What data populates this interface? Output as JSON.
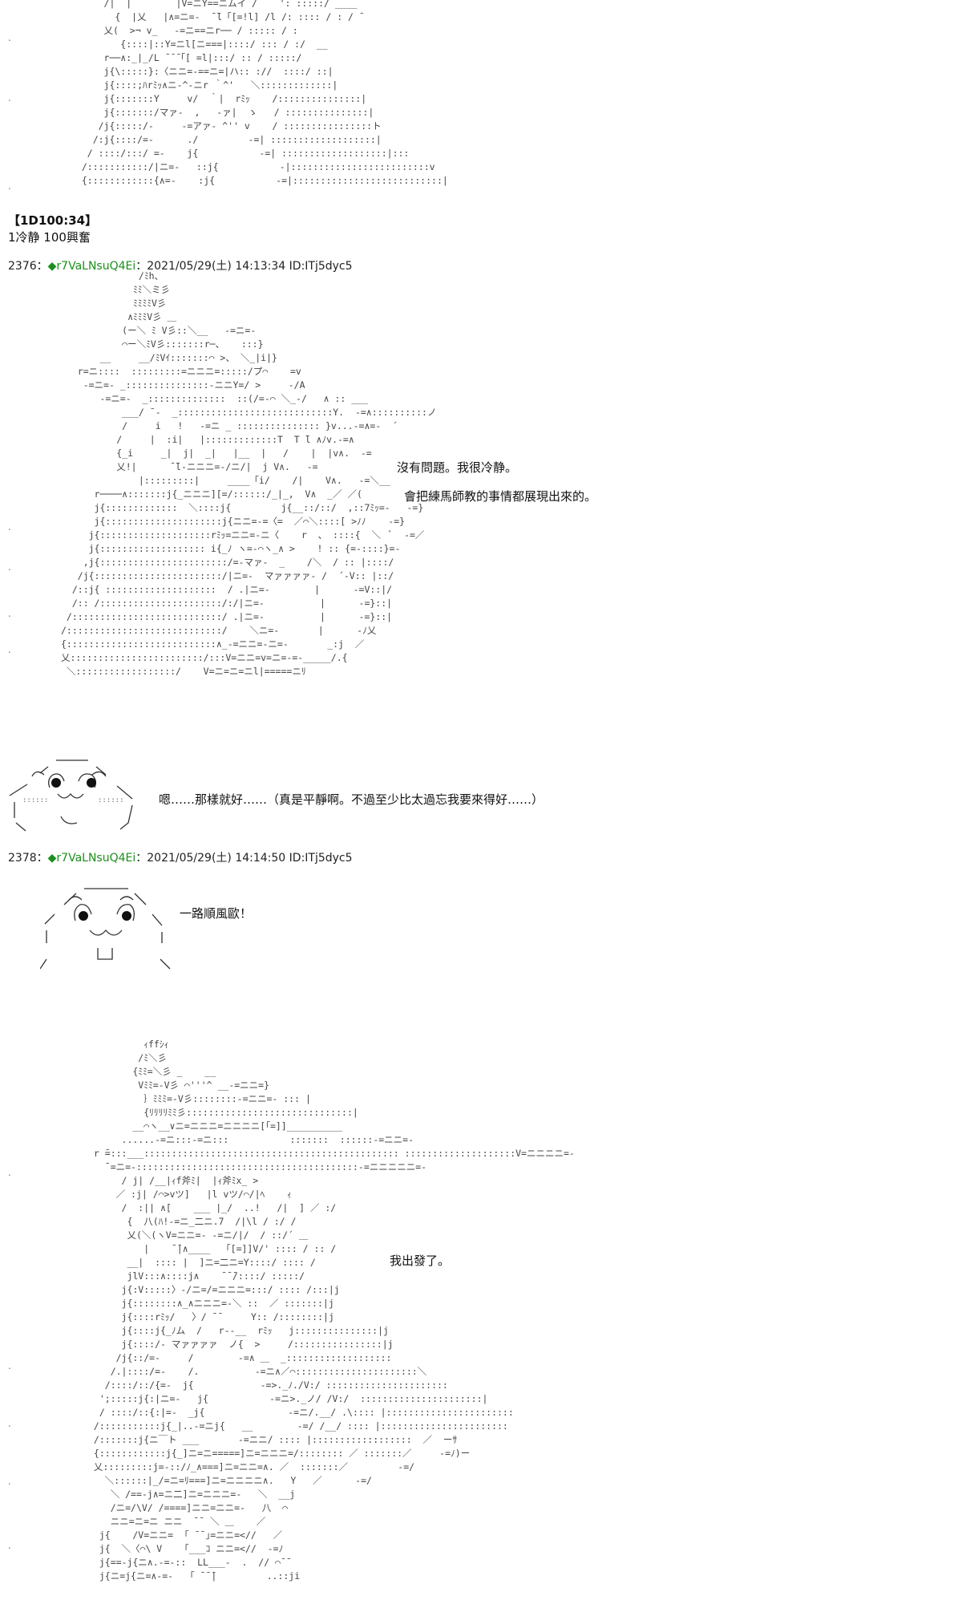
{
  "vote": {
    "title": "【1D100:34】",
    "line": "1冷静  100興奮"
  },
  "posts": [
    {
      "num": "2376",
      "sep": "：",
      "diamond": "◆",
      "trip": "r7VaLNsuQ4Ei",
      "meta": "：2021/05/29(土) 14:13:34 ID:ITj5dyc5"
    },
    {
      "num": "2378",
      "sep": "：",
      "diamond": "◆",
      "trip": "r7VaLNsuQ4Ei",
      "meta": "：2021/05/29(土) 14:14:50 ID:ITj5dyc5"
    }
  ],
  "dialogue": {
    "line1": "沒有問題。我很冷静。",
    "line2": "會把練馬師教的事情都展現出來的。",
    "line3": "嗯……那樣就好……（真是平靜啊。不過至少比太過忘我要來得好……）",
    "line4": "一路順風歐！",
    "line5": "我出發了。"
  },
  "art": {
    "top": "      /|  |        |V=ニY==ニムイ /    ': :::::/ ____\n        {  |乂   |∧=ニ=-  ̄ ̄l「[=!l] /l /: :::: / : / ̄\n      乂(  >¬ v_   -=ニ==ニr── / ::::: / :\n         {::::|::Y=ニl[ニ===|::::/ ::: / :/  __\n      r──∧:_|_/L ̄ ̄ ̄「[ =l|:::/ :: / :::::/\n      j{\\:::::}:〈ニニ=-==ニ=|ハ:: ://  ::::/ ::|\n      j{::::;ﾊrﾐｯ∧ニ-^-ニr ｀^'   ＼:::::::::::::|\n      j{:::::::Y     v/  ｀|  rﾐｯ    /:::::::::::::::|\n      j{:::::::/マァ-  ,   -ァ|  ゝ   / :::::::::::::::|\n     /j{:::::/-     -=アァ- ^'' v    / ::::::::::::::::ト\n    /:j{::::/=-      ./         -=| :::::::::::::::::::|\n   / ::::/:::/ =-    j{           -=| :::::::::::::::::::|:::\n  /:::::::::::/|ニ=-   ::j{           -|:::::::::::::::::::::::::v\n  {::::::::::::{∧=-    :j{           -=|:::::::::::::::::::::::::::|",
    "middle": "              /ﾐh、\n             ﾐﾐ＼ミ彡\n             ﾐﾐﾐﾐV彡\n            ∧ﾐﾐﾐV彡 ＿\n           (ー＼ ﾐ V彡::＼__   -=ニ=-\n           ⌒ー＼ﾐV彡:::::::r─、   :::}\n       __     __/ﾐVｲ:::::::⌒ >、 ＼_|i|}\n   r=ニ::::  :::::::::=ニニニ=:::::/プ⌒    =v\n    -=ニ=- _:::::::::::::::-ニニY=/ >     -/A\n       -=ニ=-  _::::::::::::::  ::(/=-⌒ ＼_-/   ∧ :: ___\n           ___/ ̄ -  _::::::::::::::::::::::::::::Y.  -=∧::::::::::ノ\n           /     i   !   -=ニ _ ::::::::::::::: }v...-=∧=-  ´\n          /     |  :i|   |:::::::::::::T  T ̄l ∧ﾉv.-=∧\n          {_i     _|  j|  _|   |__  |   /    |  |v∧.  -=\n          乂!|      ̄ ̄l-ニニニ=-/ニ/|  j V∧.   -=\n              |:::::::::|     ____「i/    /|    V∧.   -=＼__\n      r────∧:::::::j{_ニニニ][=/::::::/_|_,  V∧  _／ ／(\n      j{:::::::::::::  ＼::::j{         j{__::/::/  ,::7ﾐｯ=-   -=}\n      j{:::::::::::::::::::::j{ニニ=-=〈=  ／⌒＼::::[ >ﾉﾉ    -=}\n     j{::::::::::::::::::::rﾐｯ=ニニ=-ニ〈    r  、 ::::{  ＼  ﾞ  -=／\n     j{::::::::::::::::::: i{_ﾉ ヽ=-⌒ヽ_∧ >    ! :: {=-::::}=-\n    ,j{:::::::::::::::::::::::/=-マァ-  _    /＼  / :: |::::/\n   /j{:::::::::::::::::::::::/|ニ=-  マァァァァ- /  ´-V:: |::/\n  /::j{ ::::::::::::::::::::  / .|ニ=-        |      -=V::|/\n  /:: /::::::::::::::::::::::/:/|ニ=-          |      -=}::|\n /:::::::::::::::::::::::::::/ .|ニ=-          |      -=}::|\n/::::::::::::::::::::::::::::/    ＼ニ=-       |      -ﾉ乂\n{:::::::::::::::::::::::::::∧_-=ニニ=-ニ=-       _:j  ／\n乂::::::::::::::::::::::::/:::V=ニニ=v=ニ=-=-_____/.{\n ＼::::::::::::::::::/    V=ニ=ニ=ニl|=====ニﾘ",
    "bottom": "          ｨffｼｨ\n         /ﾐ＼彡\n        {ﾐﾐ=＼彡 _    __\n         Vﾐﾐ=-V彡 ⌒'''^ __-=ニニ=}\n          ｝ﾐﾐﾐ=-V彡::::::::-=ニニ=- ::: |\n          {ﾘﾘﾘﾘﾐﾐ彡::::::::::::::::::::::::::::::|\n        __⌒ヽ__∨ニ=ニニニ=ニニニニ[「=]]__________\n      ......-=ニ:::-=ニ:::           :::::::  ::::::-=ニニ=-\n r ̄=:::___:::::::::::::::::::::::::::::::::::::::::::::: ::::::::::::::::::::V=ニニニニ=-\n   ¯=ニ=-::::::::::::::::::::::::::::::::::::::::-=ニニニニニ=-\n      / j| /__|ｨf斧ﾐ|  |ｨ斧ﾐx_ >\n     ／ :j| /⌒>vツ]   |l vツ/⌒/|ﾍ    ｨ\n      /  :|| ∧[    ___ |_/  ..!   /|  ] ／ :/\n       {  八(ﾊ!-=ニ_二ニ.7  /|\\l / :/ /\n       乂(＼(ヽV=ニニ=- -=ニ/|/  / ::/´ ＿\n          |    ̄ ̄|∧____  「[=]]V/' :::: / :: /\n       __|  :::: |  ]ニ=二ニ=Y::::/ :::: /\n       jlV:::∧::::j∧    ̄ ̄ ̄/::::/ :::::/\n      j{:V:::::〉-/ニ=/=ニニニ=:::/ :::: /:::|j\n      j{::::::::∧_∧ニニニ=-＼ ::  ／ :::::::|j\n      j{::::rﾐｯ/   〉/ ̄ ̄      Y:: /::::::::|j\n      j{::::j{_ﾉム  /   r--__  rﾐｯ   j:::::::::::::::|j\n      j{::::/- マァァァァ  ノ{  >     /::::::::::::::::|j\n     /j{::/=-     /        -=∧ ＿  _:::::::::::::::::::\n    /.|::::/=-    /.          -=ニ∧／⌒::::::::::::::::::::::＼\n   /::::/::/{=-  j{            -=>._ﾉ./V:/ ::::::::::::::::::::::\n  ';:::::j{:|ニ=-   j{           -=ニ>._ノ/ /V:/  ::::::::::::::::::::::|\n  / ::::/::{:|=-  _j{               -=ニ/.__/ .\\:::: |:::::::::::::::::::::::\n /:::::::::::j{_|..-=ニj{   __        -=/ /__/ :::: |:::::::::::::::::::::::\n /:::::::j{ニ￣ト ___       -=ニニ/ :::: |::::::::::::::::::  ／  ーｻ\n {::::::::::::j{_]ニ=ニ=====]ニ=ニニニ=/:::::::: ／ :::::::／     -=ﾉ)ー\n 乂:::::::::j=-::/ﾉ_∧===]ニ=ニニ=∧. ／  :::::::／         -=/\n   ＼::::::|_/=ニ=ﾘ===]ニ=ニニニニ∧.   Y   ／      -=/\n    ＼ /==-j∧=ニ二]ニ=ニニニ=-   ＼  __j\n    /ニ=/\\V/ /====]ニニ=ニニ=-   八  ⌒\n    ニニ=ニ=ニ ニニ  ̄ ̄  ＼ ＿    ／\n  j{    /V=ニニ=  ｢ ̄ ̄ ｣=ニニ=<//   ／\n  j{  ＼〈⌒\\ V    ｢___ｺ ニニ=<//  -=ﾉ\n  j{==-j{ニ∧.-=-::  LL___-  .  // ⌒¯¯\n  j{ニ=j{ニ=∧-=-   ｢ ̄ ̄ ̄|         ..::ji"
  }
}
